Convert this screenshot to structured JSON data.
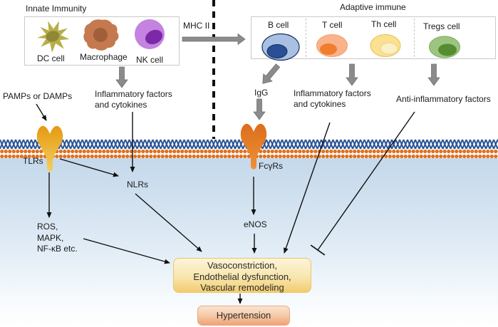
{
  "titles": {
    "innate": "Innate Immunity",
    "adaptive": "Adaptive immune"
  },
  "innate_cells": [
    {
      "label": "DC cell",
      "icon": "dc-cell-icon",
      "color": "#b7ae4b"
    },
    {
      "label": "Macrophage",
      "icon": "macrophage-icon",
      "color": "#c47a4e"
    },
    {
      "label": "NK cell",
      "icon": "nk-cell-icon",
      "color": "#c383df"
    }
  ],
  "adaptive_cells": [
    {
      "label": "B cell",
      "icon": "b-cell-icon",
      "color": "#a9c0e3"
    },
    {
      "label": "T cell",
      "icon": "t-cell-icon",
      "color": "#f8b38b"
    },
    {
      "label": "Th cell",
      "icon": "th-cell-icon",
      "color": "#fae08f"
    },
    {
      "label": "Tregs cell",
      "icon": "tregs-cell-icon",
      "color": "#9ec580"
    }
  ],
  "labels": {
    "mhc": "MHC II",
    "pamps": "PAMPs or DAMPs",
    "infl_left_1": "Inflammatory factors",
    "infl_left_2": "and cytokines",
    "igg": "IgG",
    "infl_right_1": "Inflammatory factors",
    "infl_right_2": "and cytokines",
    "anti_inflammatory": "Anti-inflammatory factors",
    "tlrs": "TLRs",
    "fcgrs": "FcγRs",
    "nlrs": "NLRs",
    "ros_lines": [
      "ROS,",
      "MAPK,",
      "NF-κB etc."
    ],
    "enos": "eNOS"
  },
  "boxes": {
    "outcome_lines": [
      "Vasoconstriction,",
      "Endothelial dysfunction,",
      "Vascular remodeling"
    ],
    "hypertension": "Hypertension"
  },
  "colors": {
    "membrane_head": "#e0711f",
    "membrane_tail": "#2b5496",
    "tlr_receptor": "#e8a21c",
    "fcgr_receptor": "#e2762b",
    "cytoplasm_top": "#c0d5e9",
    "block_arrow_gray": "#8b8b8b",
    "outcome_box_top": "#fcf4d8",
    "outcome_box_bottom": "#f2cc70",
    "hypertension_top": "#fae5d3",
    "hypertension_bottom": "#efa276"
  }
}
